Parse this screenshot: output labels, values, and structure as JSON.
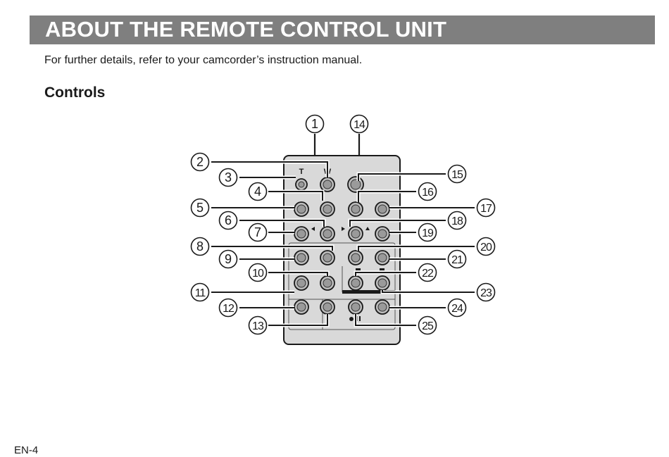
{
  "header": {
    "title": "ABOUT THE REMOTE CONTROL UNIT"
  },
  "intro": "For further details, refer to your camcorder’s instruction manual.",
  "section": {
    "title": "Controls"
  },
  "diagram": {
    "button_labels": {
      "t": "T",
      "w": "W"
    },
    "callouts": [
      "1",
      "2",
      "3",
      "4",
      "5",
      "6",
      "7",
      "8",
      "9",
      "10",
      "11",
      "12",
      "13",
      "14",
      "15",
      "16",
      "17",
      "18",
      "19",
      "20",
      "21",
      "22",
      "23",
      "24",
      "25"
    ]
  },
  "footer": {
    "page_number": "EN-4"
  }
}
